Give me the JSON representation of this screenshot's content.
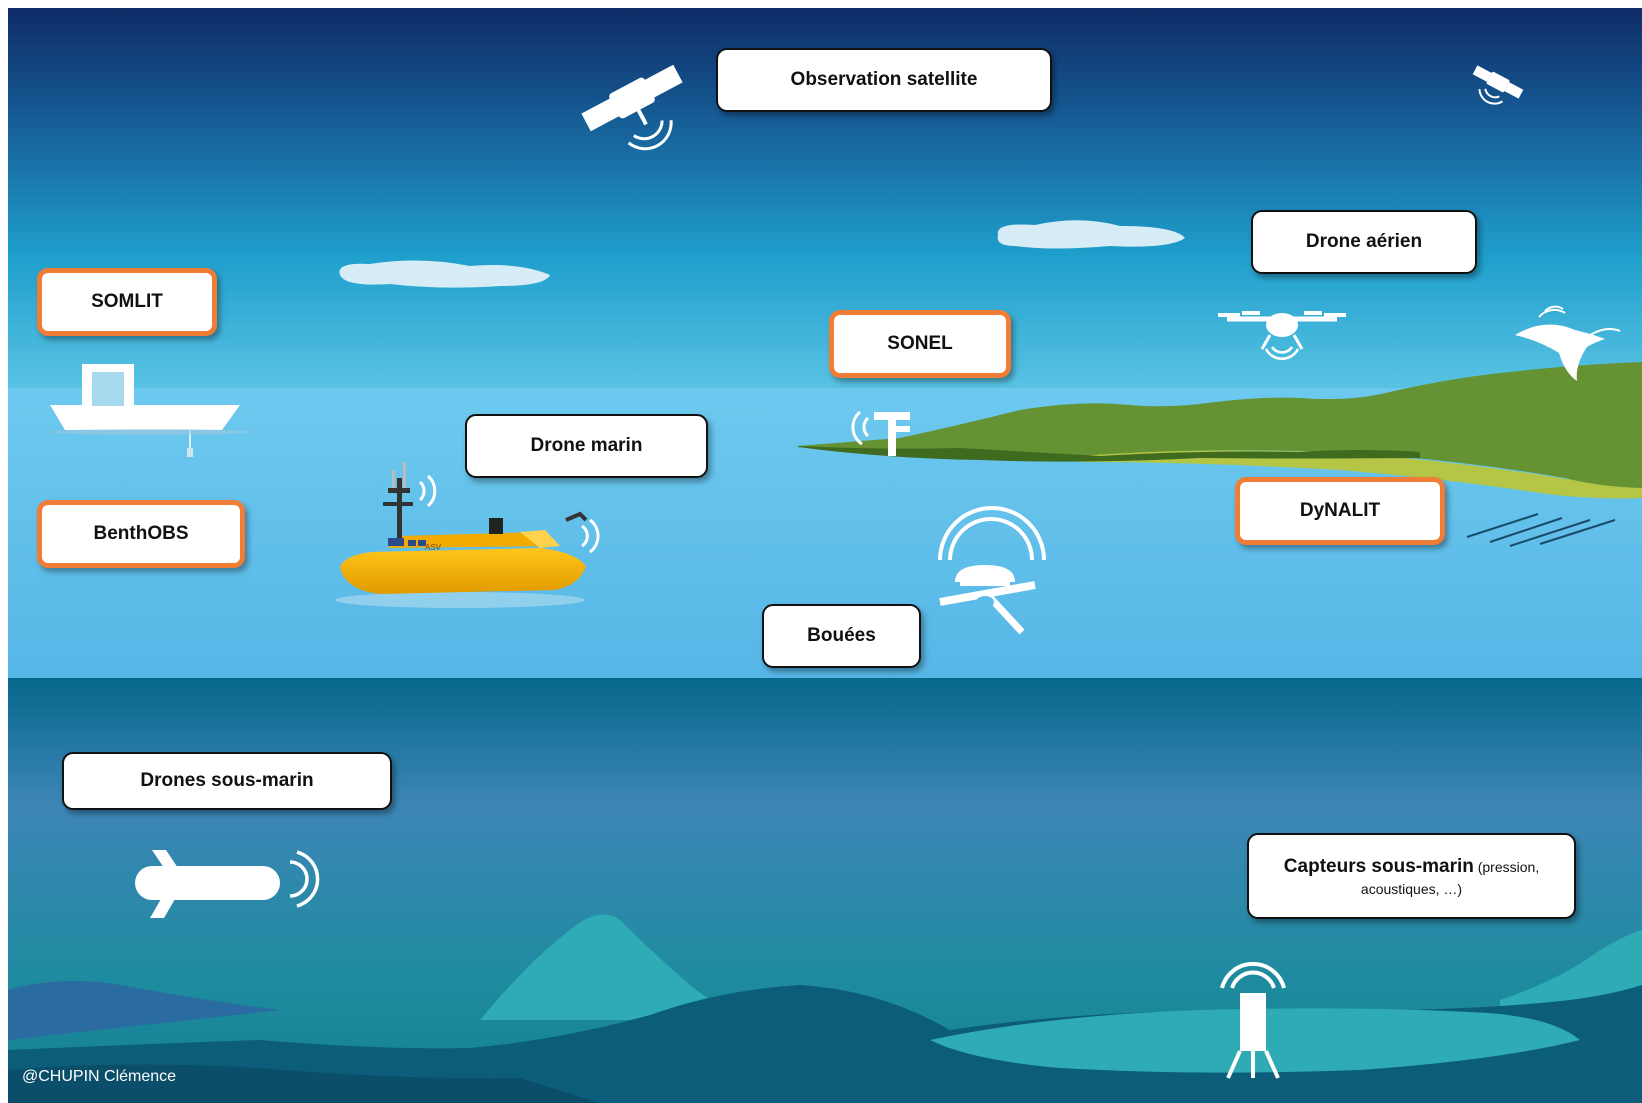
{
  "labels": {
    "satellite": "Observation satellite",
    "drone_aerien": "Drone aérien",
    "somlit": "SOMLIT",
    "sonel": "SONEL",
    "drone_marin": "Drone marin",
    "benthobs": "BenthOBS",
    "dynalit": "DyNALIT",
    "bouees": "Bouées",
    "drones_sous_marin": "Drones sous-marin",
    "capteurs_main": "Capteurs sous-marin",
    "capteurs_detail_1": " (pression,",
    "capteurs_detail_2": "acoustiques, …)"
  },
  "credit": "@CHUPIN Clémence",
  "boat_text": "ASV",
  "colors": {
    "sky_top": "#0f2c67",
    "sky_bottom": "#5ac3e4",
    "sea_surface": "#5cbce9",
    "deep_sea": "#1a7d94",
    "land_green": "#659232",
    "sand": "#b5c646",
    "label_highlight": "#ef7d35",
    "boat_yellow": "#f4b300"
  },
  "icons": [
    "satellite-icon",
    "quadcopter-drone-icon",
    "research-vessel-icon",
    "tide-gauge-icon",
    "autonomous-surface-vessel-icon",
    "buoy-icon",
    "bird-icon",
    "underwater-glider-icon",
    "seabed-sensor-icon",
    "cloud-icon"
  ]
}
